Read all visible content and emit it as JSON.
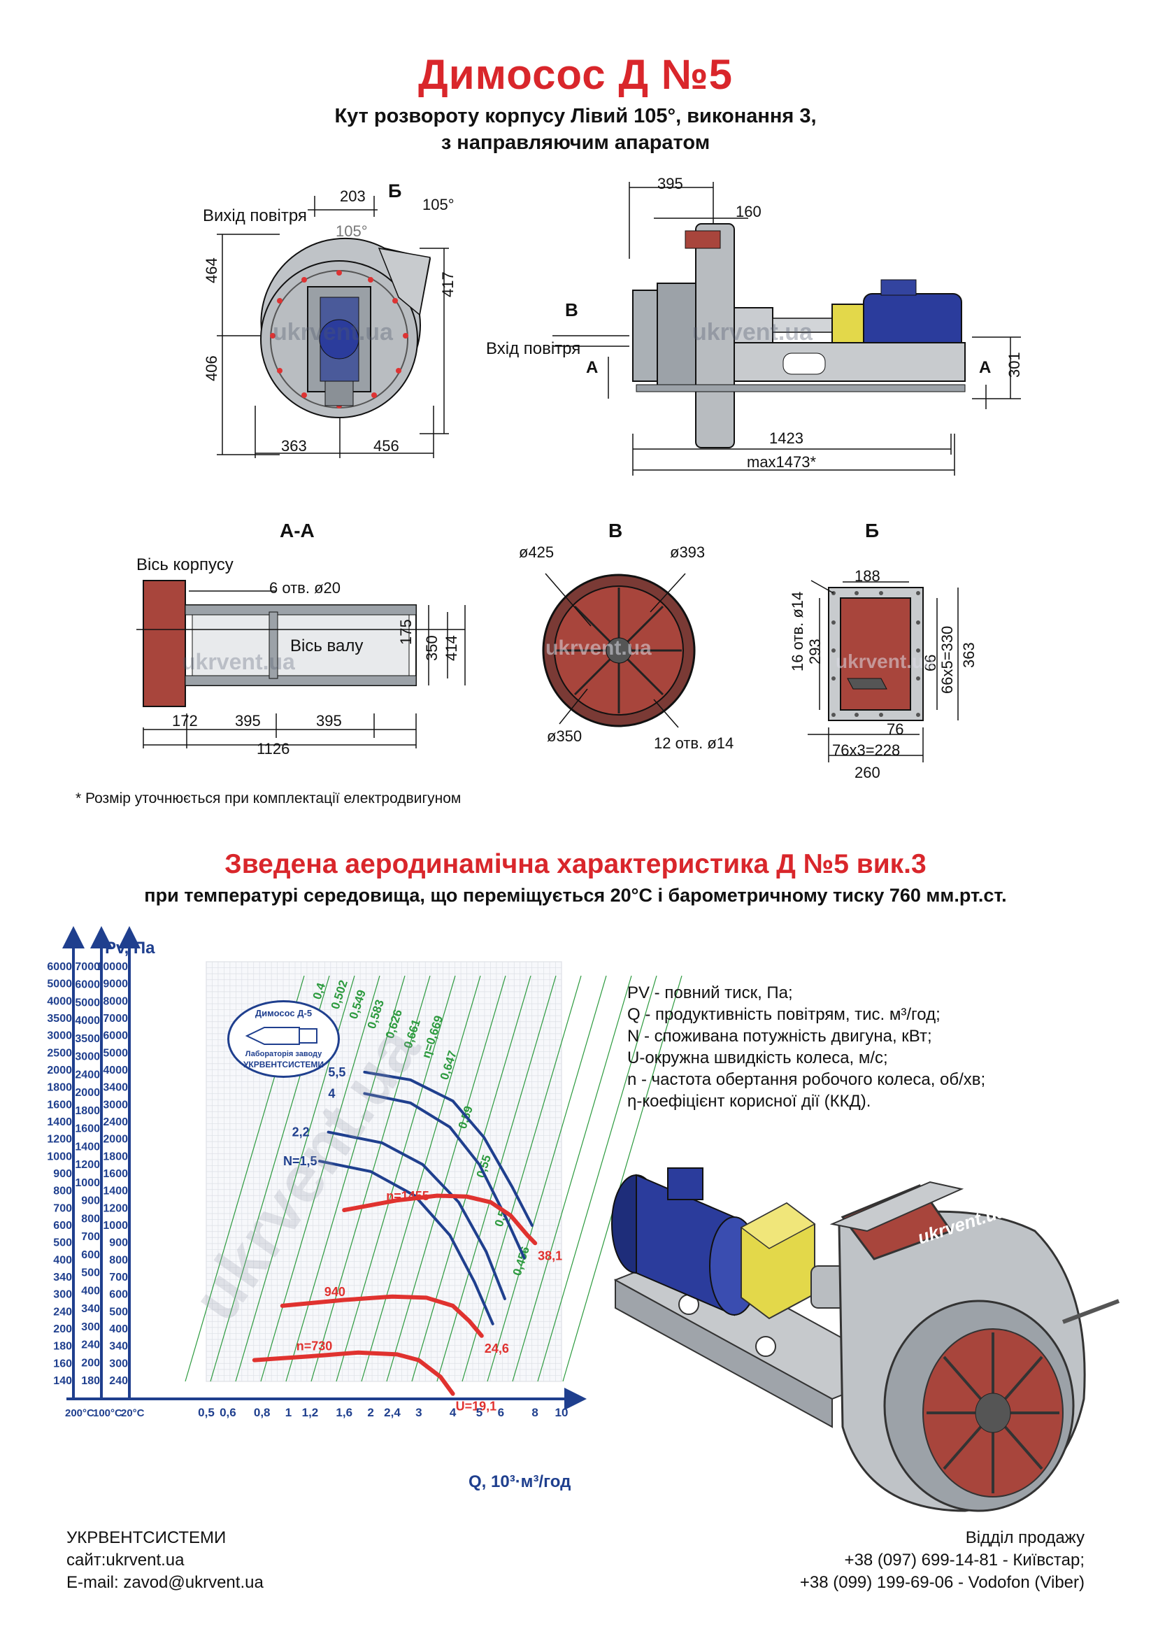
{
  "header": {
    "title": "Димосос  Д №5",
    "subtitle_line1": "Кут розвороту корпусу Лівий 105°, виконання 3,",
    "subtitle_line2": "з направляючим апаратом"
  },
  "drawing_front": {
    "outlet_label": "Вихід повітря",
    "angle": "105°",
    "section_b": "Б",
    "dim_203": "203",
    "dim_464": "464",
    "dim_417": "417",
    "dim_406": "406",
    "dim_363": "363",
    "dim_456": "456",
    "watermark": "ukrvent.ua"
  },
  "drawing_side": {
    "dim_395": "395",
    "dim_160": "160",
    "mark_b": "В",
    "mark_a_left": "А",
    "mark_a_right": "А",
    "inlet_label": "Вхід повітря",
    "dim_301": "301",
    "dim_1423": "1423",
    "dim_max": "max1473*",
    "watermark": "ukrvent.ua"
  },
  "view_aa": {
    "title": "А-А",
    "axis_body": "Вісь корпусу",
    "holes": "6 отв. ø20",
    "axis_shaft": "Вісь валу",
    "dim_175": "175",
    "dim_350": "350",
    "dim_414": "414",
    "dim_172": "172",
    "dim_395a": "395",
    "dim_395b": "395",
    "dim_1126": "1126",
    "watermark": "ukrvent.ua"
  },
  "view_v": {
    "title": "В",
    "d425": "ø425",
    "d393": "ø393",
    "d350": "ø350",
    "holes": "12 отв. ø14",
    "watermark": "ukrvent.ua"
  },
  "view_b": {
    "title": "Б",
    "dim_188": "188",
    "holes": "16 отв. ø14",
    "dim_293": "293",
    "dim_66": "66",
    "dim_66x5": "66x5=330",
    "dim_363": "363",
    "dim_76": "76",
    "dim_76x3": "76x3=228",
    "dim_260": "260",
    "watermark": "ukrvent.ua"
  },
  "footnote": "* Розмір уточнюється при комплектації електродвигуном",
  "section": {
    "title": "Зведена аеродинамічна характеристика Д №5 вик.3",
    "subtitle": "при температурі середовища, що переміщується 20°С і барометричному тиску 760 мм.рт.ст."
  },
  "chart_data": {
    "type": "line",
    "ylabel": "Pv, Па",
    "xlabel": "Q, 10³·м³/год",
    "x_scale": "log",
    "y_scale": "log",
    "x_ticks": [
      "0,5",
      "0,6",
      "0,8",
      "1",
      "1,2",
      "1,6",
      "2",
      "2,4",
      "3",
      "4",
      "5",
      "6",
      "8",
      "10"
    ],
    "temp_labels": [
      "200°С",
      "100°С",
      "20°С"
    ],
    "y_axis_200C": [
      "6000",
      "5000",
      "4000",
      "3500",
      "3000",
      "2500",
      "2000",
      "1800",
      "1600",
      "1400",
      "1200",
      "1000",
      "900",
      "800",
      "700",
      "600",
      "500",
      "400",
      "340",
      "300",
      "240",
      "200",
      "180",
      "160",
      "140"
    ],
    "y_axis_100C": [
      "7000",
      "6000",
      "5000",
      "4000",
      "3500",
      "3000",
      "2400",
      "2000",
      "1800",
      "1600",
      "1400",
      "1200",
      "1000",
      "900",
      "800",
      "700",
      "600",
      "500",
      "400",
      "340",
      "300",
      "240",
      "200",
      "180"
    ],
    "y_axis_20C": [
      "10000",
      "9000",
      "8000",
      "7000",
      "6000",
      "5000",
      "4000",
      "3400",
      "3000",
      "2400",
      "2000",
      "1800",
      "1600",
      "1400",
      "1200",
      "1000",
      "900",
      "800",
      "700",
      "600",
      "500",
      "400",
      "340",
      "300",
      "240"
    ],
    "speed_curves": [
      {
        "name": "n=1455",
        "points": [
          [
            1.6,
            1100
          ],
          [
            2.5,
            1200
          ],
          [
            3.5,
            1250
          ],
          [
            4.5,
            1240
          ],
          [
            5.5,
            1180
          ],
          [
            6.5,
            1050
          ],
          [
            7.5,
            880
          ],
          [
            8.0,
            820
          ]
        ],
        "end_label": "38,1"
      },
      {
        "name": "940",
        "points": [
          [
            0.95,
            470
          ],
          [
            1.6,
            495
          ],
          [
            2.4,
            510
          ],
          [
            3.2,
            505
          ],
          [
            4.0,
            470
          ],
          [
            4.6,
            410
          ],
          [
            5.1,
            360
          ]
        ],
        "end_label": "24,6"
      },
      {
        "name": "n=730",
        "points": [
          [
            0.75,
            290
          ],
          [
            1.2,
            300
          ],
          [
            1.8,
            310
          ],
          [
            2.5,
            305
          ],
          [
            3.0,
            290
          ],
          [
            3.6,
            250
          ],
          [
            4.0,
            215
          ]
        ],
        "end_label": "U=19,1"
      }
    ],
    "power_curves": [
      {
        "name": "5,5",
        "points": [
          [
            1.9,
            3750
          ],
          [
            2.8,
            3500
          ],
          [
            4.0,
            2900
          ],
          [
            5.2,
            2100
          ],
          [
            6.6,
            1350
          ],
          [
            7.8,
            960
          ]
        ]
      },
      {
        "name": "4",
        "points": [
          [
            1.9,
            3100
          ],
          [
            2.8,
            2850
          ],
          [
            3.9,
            2300
          ],
          [
            5.0,
            1650
          ],
          [
            6.2,
            1050
          ],
          [
            7.3,
            720
          ]
        ]
      },
      {
        "name": "2,2",
        "points": [
          [
            1.4,
            2200
          ],
          [
            2.2,
            2000
          ],
          [
            3.1,
            1650
          ],
          [
            4.2,
            1180
          ],
          [
            5.3,
            760
          ],
          [
            6.2,
            500
          ]
        ]
      },
      {
        "name": "N=1,5",
        "points": [
          [
            1.3,
            1700
          ],
          [
            2.0,
            1550
          ],
          [
            2.9,
            1250
          ],
          [
            3.9,
            880
          ],
          [
            4.8,
            580
          ],
          [
            5.6,
            400
          ]
        ]
      }
    ],
    "efficiency_labels": [
      "0,4",
      "0,502",
      "0,549",
      "0,583",
      "0,626",
      "0,661",
      "η=0,669",
      "0,647",
      "0,59",
      "0,55",
      "0,5",
      "0,456"
    ]
  },
  "legend": {
    "l1": "PV - повний тиск, Па;",
    "l2": "Q - продуктивність повітрям, тис. м³/год;",
    "l3": "N - споживана потужність двигуна, кВт;",
    "l4": "U-окружна швидкість колеса, м/с;",
    "l5": "n - частота обертання робочого колеса, об/хв;",
    "l6": "η-коефіцієнт корисної дії (ККД)."
  },
  "stamp": {
    "line1": "Димосос Д-5",
    "line2": "Лабораторія заводу",
    "line3": "УКРВЕНТСИСТЕМИ"
  },
  "render_watermark": "ukrvent.ua",
  "footer": {
    "company": "УКРВЕНТСИСТЕМИ",
    "site": "сайт:ukrvent.ua",
    "email": "E-mail: zavod@ukrvent.ua",
    "sales_title": "Відділ продажу",
    "phone1": "+38 (097) 699-14-81 - Київстар;",
    "phone2": "+38 (099) 199-69-06 - Vodofon (Viber)"
  },
  "colors": {
    "title_red": "#d9262b",
    "curve_red": "#e0322f",
    "curve_blue": "#1f3f8e",
    "eff_green": "#2c9a3e",
    "axis_blue": "#1f3f8e",
    "body_red": "#a8453c",
    "motor_blue": "#2b3c9c",
    "coupling_yellow": "#e3d84a"
  }
}
